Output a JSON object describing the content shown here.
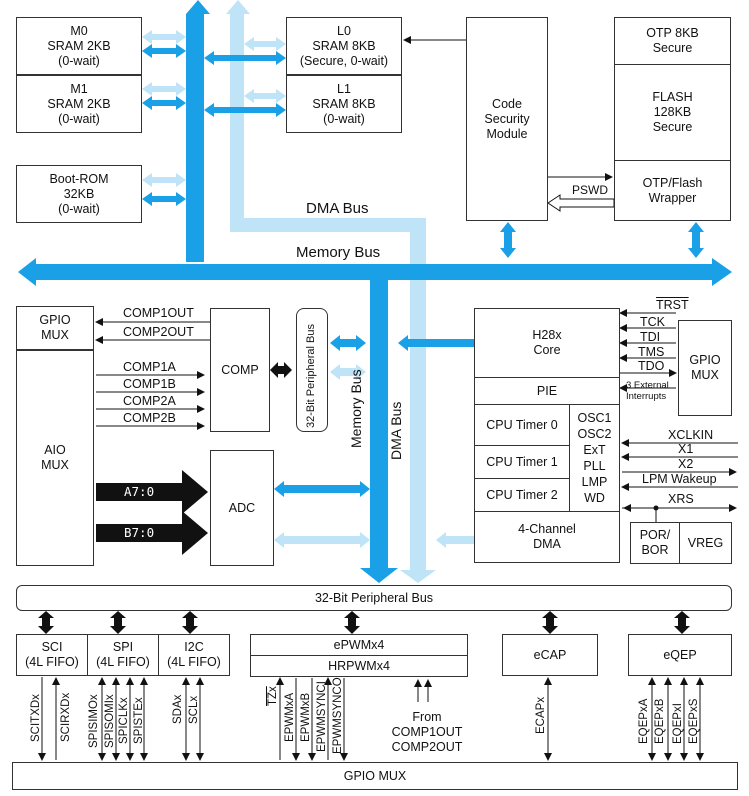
{
  "memory": {
    "m0": {
      "line1": "M0",
      "line2": "SRAM 2KB",
      "line3": "(0-wait)"
    },
    "m1": {
      "line1": "M1",
      "line2": "SRAM 2KB",
      "line3": "(0-wait)"
    },
    "boot": {
      "line1": "Boot-ROM",
      "line2": "32KB",
      "line3": "(0-wait)"
    },
    "l0": {
      "line1": "L0",
      "line2": "SRAM 8KB",
      "line3": "(Secure, 0-wait)"
    },
    "l1": {
      "line1": "L1",
      "line2": "SRAM 8KB",
      "line3": "(0-wait)"
    },
    "csm": {
      "line1": "Code",
      "line2": "Security",
      "line3": "Module"
    },
    "otp": {
      "line1": "OTP 8KB",
      "line2": "Secure"
    },
    "flash": {
      "line1": "FLASH",
      "line2": "128KB",
      "line3": "Secure"
    },
    "wrapper": {
      "line1": "OTP/Flash",
      "line2": "Wrapper"
    },
    "pswd": "PSWD"
  },
  "buses": {
    "dma": "DMA Bus",
    "memory": "Memory Bus",
    "memory_v": "Memory Bus",
    "dma_v": "DMA Bus",
    "periph32_v": "32-Bit Peripheral Bus",
    "periph32_h": "32-Bit Peripheral Bus"
  },
  "left": {
    "gpio_mux": {
      "line1": "GPIO",
      "line2": "MUX"
    },
    "aio_mux": {
      "line1": "AIO",
      "line2": "MUX"
    },
    "comp": "COMP",
    "adc": "ADC",
    "comp1out": "COMP1OUT",
    "comp2out": "COMP2OUT",
    "comp1a": "COMP1A",
    "comp1b": "COMP1B",
    "comp2a": "COMP2A",
    "comp2b": "COMP2B",
    "a70": "A7:0",
    "b70": "B7:0"
  },
  "core": {
    "h28x": {
      "line1": "H28x",
      "line2": "Core"
    },
    "pie": "PIE",
    "timer0": "CPU Timer 0",
    "timer1": "CPU Timer 1",
    "timer2": "CPU Timer 2",
    "osc": [
      "OSC1",
      "OSC2",
      "ExT",
      "PLL",
      "LMP",
      "WD"
    ],
    "dma": {
      "line1": "4-Channel",
      "line2": "DMA"
    },
    "gpio_mux": {
      "line1": "GPIO",
      "line2": "MUX"
    },
    "trst": "TRST",
    "tck": "TCK",
    "tdi": "TDI",
    "tms": "TMS",
    "tdo": "TDO",
    "ext_int": {
      "line1": "3 External",
      "line2": "Interrupts"
    },
    "xclkin": "XCLKIN",
    "x1": "X1",
    "x2": "X2",
    "lpm": "LPM Wakeup",
    "xrs": "XRS",
    "por": {
      "line1": "POR/",
      "line2": "BOR"
    },
    "vreg": "VREG"
  },
  "peripherals": {
    "sci": {
      "line1": "SCI",
      "line2": "(4L FIFO)"
    },
    "spi": {
      "line1": "SPI",
      "line2": "(4L FIFO)"
    },
    "i2c": {
      "line1": "I2C",
      "line2": "(4L FIFO)"
    },
    "epwm": "ePWMx4",
    "hrpwm": "HRPWMx4",
    "ecap": "eCAP",
    "eqep": "eQEP",
    "from": {
      "line1": "From",
      "line2": "COMP1OUT",
      "line3": "COMP2OUT"
    }
  },
  "pins": {
    "sci": [
      "SCITXDx",
      "SCIRXDx"
    ],
    "spi": [
      "SPISIMOx",
      "SPISOMIx",
      "SPICLKx",
      "SPISTEx"
    ],
    "i2c": [
      "SDAx",
      "SCLx"
    ],
    "epwm": [
      "TZx",
      "EPWMxA",
      "EPWMxB",
      "EPWMSYNCI",
      "EPWMSYNCO"
    ],
    "ecap": [
      "ECAPx"
    ],
    "eqep": [
      "EQEPxA",
      "EQEPxB",
      "EQEPxI",
      "EQEPxS"
    ]
  },
  "bottom": {
    "gpio_mux": "GPIO MUX"
  },
  "colors": {
    "bus_dark": "#1aa0e6",
    "bus_light": "#bfe3f7",
    "black": "#000000"
  }
}
